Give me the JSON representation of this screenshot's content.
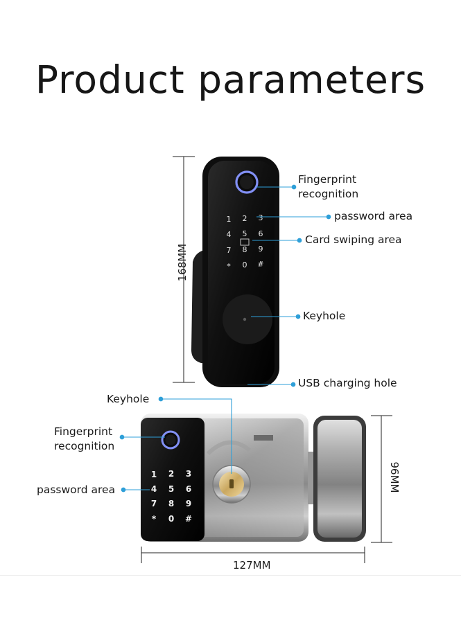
{
  "title": "Product parameters",
  "top_lock": {
    "labels": {
      "fingerprint": [
        "Fingerprint",
        "recognition"
      ],
      "password": "password area",
      "card": "Card swiping area",
      "keyhole": "Keyhole",
      "usb": "USB charging hole"
    },
    "keypad": [
      "1",
      "2",
      "3",
      "4",
      "5",
      "6",
      "7",
      "8",
      "9",
      "*",
      "0",
      "#"
    ],
    "height_dimension": "168MM"
  },
  "bottom_lock": {
    "labels": {
      "keyhole": "Keyhole",
      "fingerprint": [
        "Fingerprint",
        "recognition"
      ],
      "password": "password area"
    },
    "keypad": [
      "1",
      "2",
      "3",
      "4",
      "5",
      "6",
      "7",
      "8",
      "9",
      "*",
      "0",
      "#"
    ],
    "height_dimension": "96MM",
    "width_dimension": "127MM"
  },
  "colors": {
    "accent": "#2e9fd8",
    "lock_body": "#141414",
    "ring": "#7f8cf2"
  }
}
